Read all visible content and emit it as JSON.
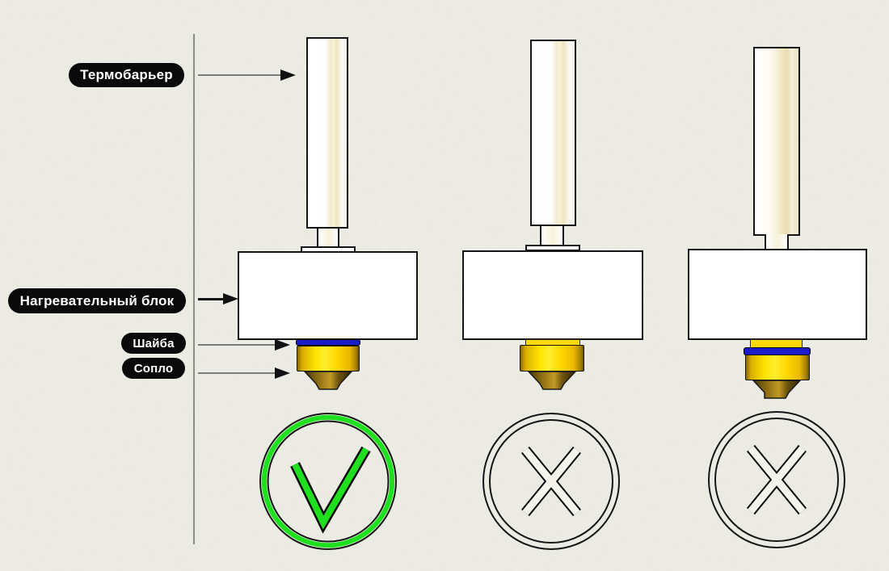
{
  "diagram": {
    "subject": "3D printer hotend nozzle washer assembly comparison",
    "labels": {
      "thermal_barrier": "Термобарьер",
      "heater_block": "Нагревательный блок",
      "washer": "Шайба",
      "nozzle": "Сопло"
    },
    "assemblies": [
      {
        "position": "left",
        "has_washer": true,
        "washer_location": "flush between heater block and nozzle",
        "verdict": "correct",
        "mark": "checkmark"
      },
      {
        "position": "middle",
        "has_washer": false,
        "washer_location": "none (exposed thread under block)",
        "verdict": "incorrect",
        "mark": "cross"
      },
      {
        "position": "right",
        "has_washer": true,
        "washer_location": "low, on nozzle below exposed thread (gap to block)",
        "verdict": "incorrect",
        "mark": "cross"
      }
    ]
  },
  "colors": {
    "background": "#edece5",
    "label_bg": "#0a0a0a",
    "label_text": "#ffffff",
    "washer_blue": "#1a1ac8",
    "check_green": "#1fe01f",
    "nozzle_yellow": "#ffd900",
    "nozzle_gold_dark": "#8a6a00",
    "cone_brown": "#7e6110",
    "line_gray": "#7a7a7a",
    "outline_black": "#151515"
  }
}
